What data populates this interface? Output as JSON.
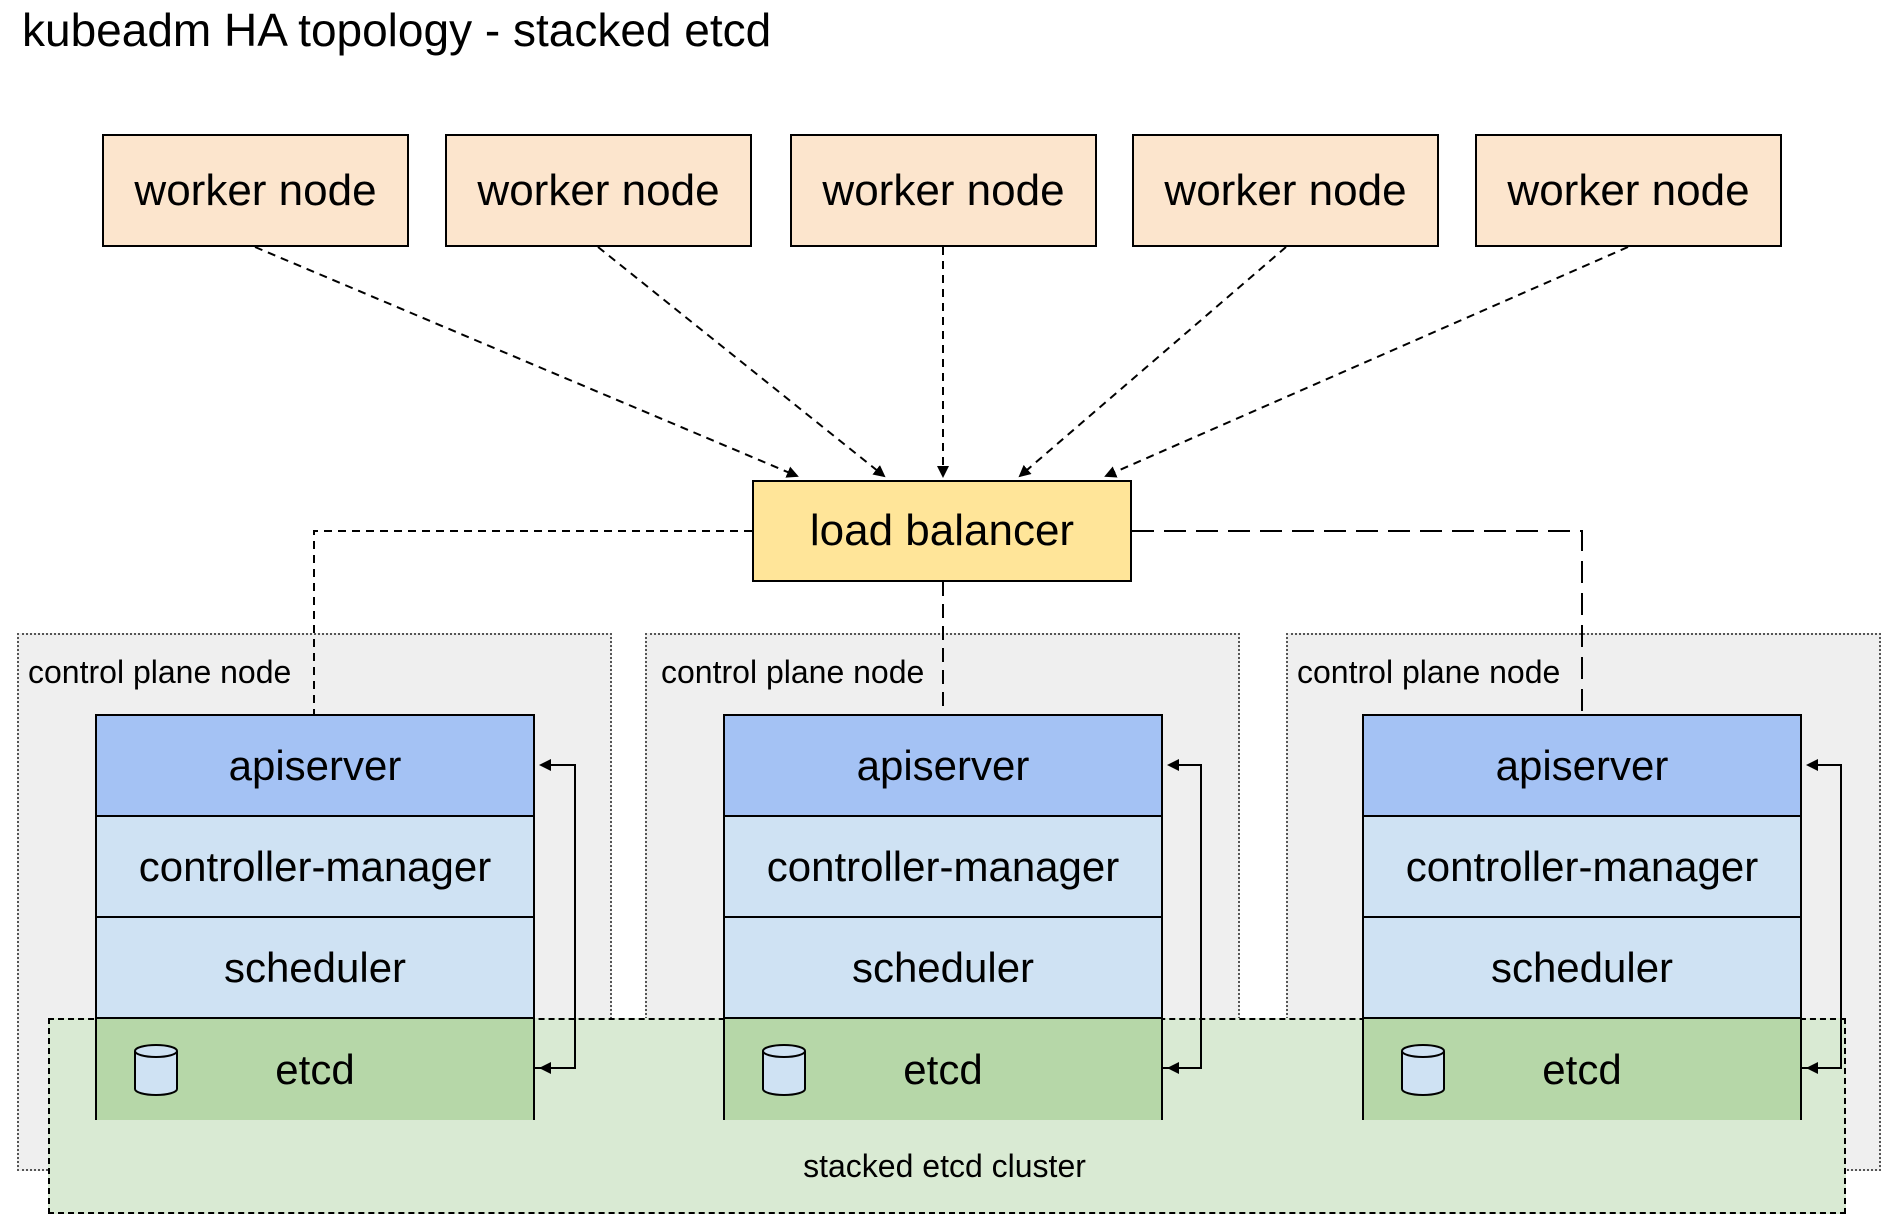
{
  "title": "kubeadm HA topology - stacked etcd",
  "worker_nodes": [
    {
      "label": "worker node"
    },
    {
      "label": "worker node"
    },
    {
      "label": "worker node"
    },
    {
      "label": "worker node"
    },
    {
      "label": "worker node"
    }
  ],
  "load_balancer": {
    "label": "load balancer"
  },
  "control_plane_nodes": [
    {
      "label": "control plane node",
      "components": {
        "apiserver": "apiserver",
        "controller_manager": "controller-manager",
        "scheduler": "scheduler",
        "etcd": "etcd"
      }
    },
    {
      "label": "control plane node",
      "components": {
        "apiserver": "apiserver",
        "controller_manager": "controller-manager",
        "scheduler": "scheduler",
        "etcd": "etcd"
      }
    },
    {
      "label": "control plane node",
      "components": {
        "apiserver": "apiserver",
        "controller_manager": "controller-manager",
        "scheduler": "scheduler",
        "etcd": "etcd"
      }
    }
  ],
  "etcd_cluster": {
    "label": "stacked etcd cluster"
  },
  "colors": {
    "worker_fill": "#fce5cd",
    "load_balancer_fill": "#ffe599",
    "control_plane_fill": "#efefef",
    "apiserver_fill": "#a4c2f4",
    "component_fill": "#cfe2f3",
    "etcd_fill": "#b6d7a8",
    "etcd_cluster_fill": "#d9ead3",
    "db_icon_fill": "#cfe2f3"
  },
  "icons": {
    "etcd": "database-icon"
  }
}
